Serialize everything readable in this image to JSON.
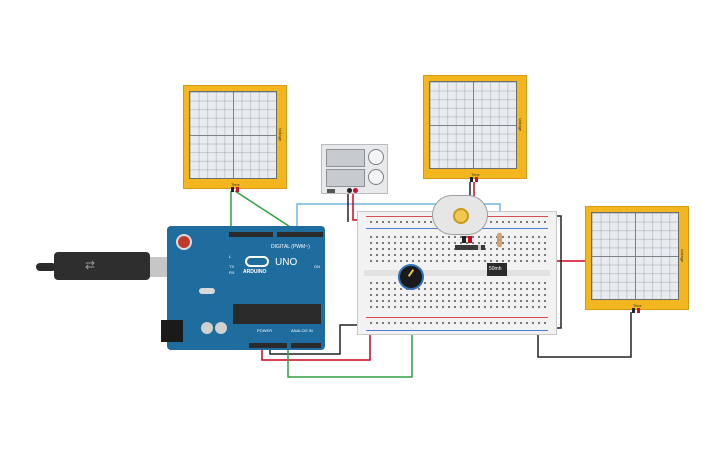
{
  "oscilloscopes": [
    {
      "time_label": "Time",
      "volt_label": "Voltage"
    },
    {
      "time_label": "Time",
      "volt_label": "Voltage"
    },
    {
      "time_label": "Time",
      "volt_label": "Voltage"
    }
  ],
  "arduino": {
    "brand": "ARDUINO",
    "model": "UNO",
    "digital_label": "DIGITAL (PWM~)",
    "power_label": "POWER",
    "analog_label": "ANALOG IN",
    "tx_label": "TX",
    "rx_label": "RX",
    "on_label": "ON",
    "l_label": "L"
  },
  "resistor": {
    "value": "50mh"
  },
  "colors": {
    "scope": "#f3b61f",
    "board": "#1f6c9f",
    "wire_green": "#2ea043",
    "wire_red": "#d0021b",
    "wire_black": "#222222",
    "wire_blue": "#6fb7e0"
  }
}
